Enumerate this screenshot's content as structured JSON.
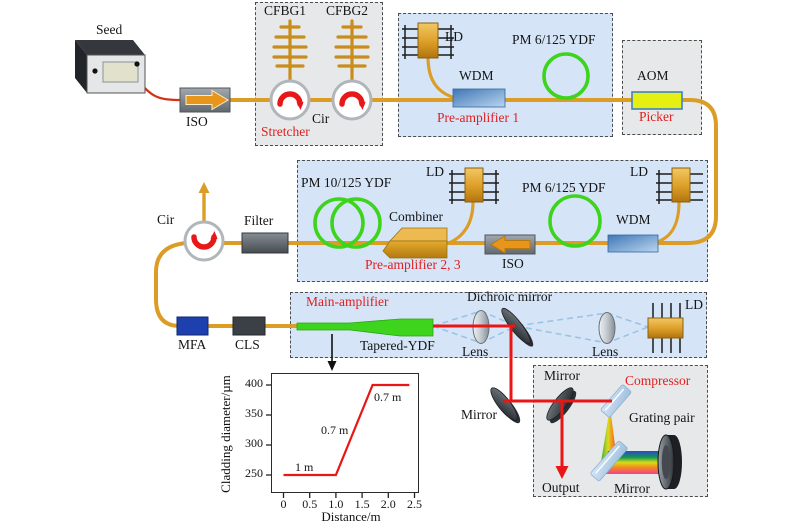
{
  "colors": {
    "fiber_orange": "#dc9d26",
    "beam_red": "#ea1515",
    "pump_blue": "#9cc4e2",
    "amp_box_blue": "#d5e5f7",
    "stage_box_gray": "#e7e8e9",
    "accent_red": "#e01f1f",
    "ydf_green": "#3ed41d",
    "aom_yellow": "#e6ef12",
    "mfa_blue": "#1e3fae"
  },
  "seed": {
    "label": "Seed"
  },
  "iso1": {
    "label": "ISO"
  },
  "stretcher": {
    "title": "Stretcher",
    "cfbg1": "CFBG1",
    "cfbg2": "CFBG2",
    "cir": "Cir"
  },
  "preamp1": {
    "title": "Pre-amplifier 1",
    "ld": "LD",
    "wdm": "WDM",
    "ydf": "PM 6/125 YDF"
  },
  "picker": {
    "title": "Picker",
    "aom": "AOM"
  },
  "preamp23": {
    "title": "Pre-amplifier 2, 3",
    "ydf10": "PM 10/125 YDF",
    "combiner": "Combiner",
    "ld_mid": "LD",
    "iso": "ISO",
    "ydf6": "PM 6/125 YDF",
    "wdm": "WDM",
    "ld_right": "LD"
  },
  "loop": {
    "cir": "Cir",
    "filter": "Filter",
    "mfa": "MFA",
    "cls": "CLS"
  },
  "mainamp": {
    "title": "Main-amplifier",
    "tapered": "Tapered-YDF",
    "lens_left": "Lens",
    "lens_right": "Lens",
    "dichroic": "Dichroic mirror",
    "ld": "LD"
  },
  "compressor": {
    "title": "Compressor",
    "mirror_in": "Mirror",
    "mirror_out": "Mirror",
    "mirror_back": "Mirror",
    "grating": "Grating pair",
    "output": "Output"
  },
  "chart_data": {
    "type": "line",
    "xlabel": "Distance/m",
    "ylabel": "Cladding diameter/µm",
    "xlim": [
      -0.15,
      2.7
    ],
    "ylim": [
      235,
      425
    ],
    "xticks": [
      0,
      0.5,
      1.0,
      1.5,
      2.0,
      2.5
    ],
    "xtick_labels": [
      "0",
      "0.5",
      "1.0",
      "1.5",
      "2.0",
      "2.5"
    ],
    "yticks": [
      250,
      300,
      350,
      400
    ],
    "ytick_labels": [
      "250",
      "300",
      "350",
      "400"
    ],
    "grid": false,
    "legend": "none",
    "series": [
      {
        "name": "cladding-diameter",
        "color": "#ea1515",
        "points": [
          [
            0,
            250
          ],
          [
            1.0,
            250
          ],
          [
            1.7,
            400
          ],
          [
            2.4,
            400
          ]
        ]
      }
    ],
    "annotations": [
      {
        "text": "1 m",
        "segment": "input-fiber-length"
      },
      {
        "text": "0.7 m",
        "segment": "taper-length"
      },
      {
        "text": "0.7 m",
        "segment": "output-fiber-length"
      }
    ]
  }
}
